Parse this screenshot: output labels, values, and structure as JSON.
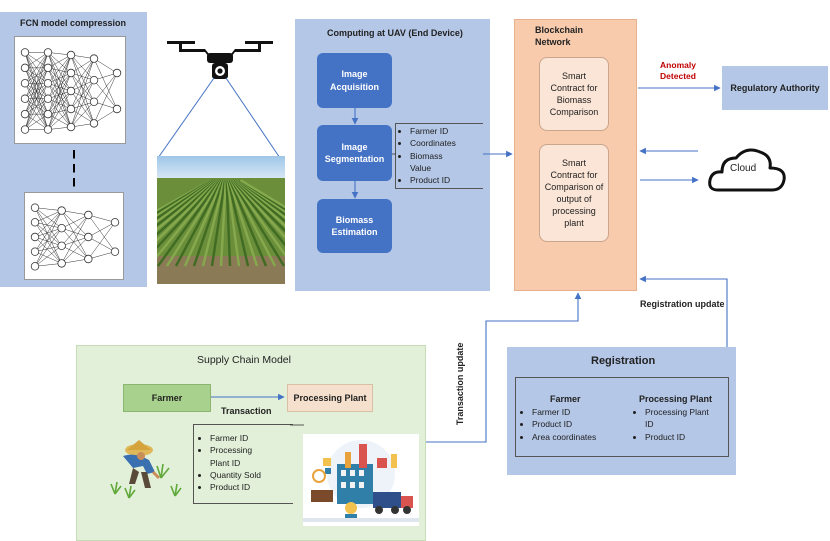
{
  "fcn": {
    "title": "FCN model compression"
  },
  "uav": {
    "title": "Computing at UAV (End Device)",
    "steps": [
      "Image Acquisition",
      "Image Segmentation",
      "Biomass Estimation"
    ],
    "fields": [
      "Farmer ID",
      "Coordinates",
      "Biomass Value",
      "Product ID"
    ]
  },
  "blockchain": {
    "title": "Blockchain Network",
    "contract1": "Smart Contract for Biomass Comparison",
    "contract2": "Smart Contract for Comparison of output of processing plant"
  },
  "anomaly": {
    "label": "Anomaly Detected",
    "color": "#c00000"
  },
  "regulatory": {
    "label": "Regulatory Authority"
  },
  "cloud": {
    "label": "Cloud"
  },
  "registration_update": "Registration update",
  "transaction_update": "Transaction update",
  "registration": {
    "title": "Registration",
    "farmer": {
      "title": "Farmer",
      "items": [
        "Farmer ID",
        "Product ID",
        "Area coordinates"
      ]
    },
    "plant": {
      "title": "Processing Plant",
      "items": [
        "Processing Plant ID",
        "Product ID"
      ]
    }
  },
  "supply": {
    "title": "Supply Chain Model",
    "farmer": "Farmer",
    "plant": "Processing Plant",
    "transaction": "Transaction",
    "fields": [
      "Farmer ID",
      "Processing Plant ID",
      "Quantity Sold",
      "Product ID"
    ]
  },
  "colors": {
    "blue_panel": "#b4c7e7",
    "step_blue": "#4472c4",
    "orange_panel": "#f8cbad",
    "green_panel": "#e2f0d9",
    "arrow": "#4472c4"
  }
}
